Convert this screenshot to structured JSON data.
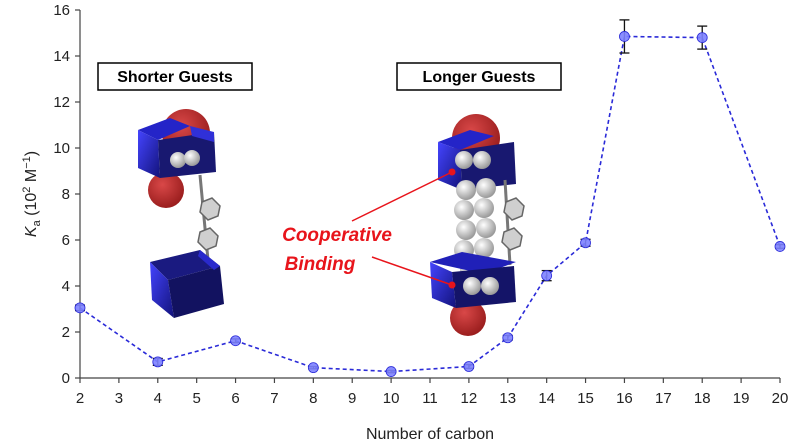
{
  "chart_data": {
    "type": "line",
    "x": [
      2,
      4,
      6,
      8,
      10,
      12,
      13,
      14,
      15,
      16,
      18,
      20
    ],
    "series": [
      {
        "values": [
          3.05,
          0.7,
          1.62,
          0.45,
          0.28,
          0.5,
          1.75,
          4.45,
          5.88,
          14.85,
          14.8,
          5.72
        ],
        "errors": [
          0.12,
          0.15,
          0.08,
          0.05,
          0.05,
          0.08,
          0.1,
          0.22,
          0.15,
          0.72,
          0.5,
          0.08
        ],
        "color": "#2a2ad8",
        "marker_color": "#7d82ff",
        "line_style": "dashed"
      }
    ],
    "xlim": [
      2,
      20
    ],
    "ylim": [
      0,
      16
    ],
    "xticks": [
      "2",
      "3",
      "4",
      "5",
      "6",
      "7",
      "8",
      "9",
      "10",
      "11",
      "12",
      "13",
      "14",
      "15",
      "16",
      "17",
      "18",
      "19",
      "20"
    ],
    "yticks": [
      "0",
      "2",
      "4",
      "6",
      "8",
      "10",
      "12",
      "14",
      "16"
    ],
    "xlabel": "Number of carbon",
    "ylabel_main": "K",
    "ylabel_sub": "a",
    "ylabel_rest": " (10",
    "ylabel_sup": "2",
    "ylabel_unit": " M",
    "ylabel_sup2": "−1",
    "ylabel_end": ")",
    "grid": false,
    "annotations": {
      "shorter": "Shorter Guests",
      "longer": "Longer Guests",
      "coop_line1": "Cooperative",
      "coop_line2": "Binding"
    }
  }
}
